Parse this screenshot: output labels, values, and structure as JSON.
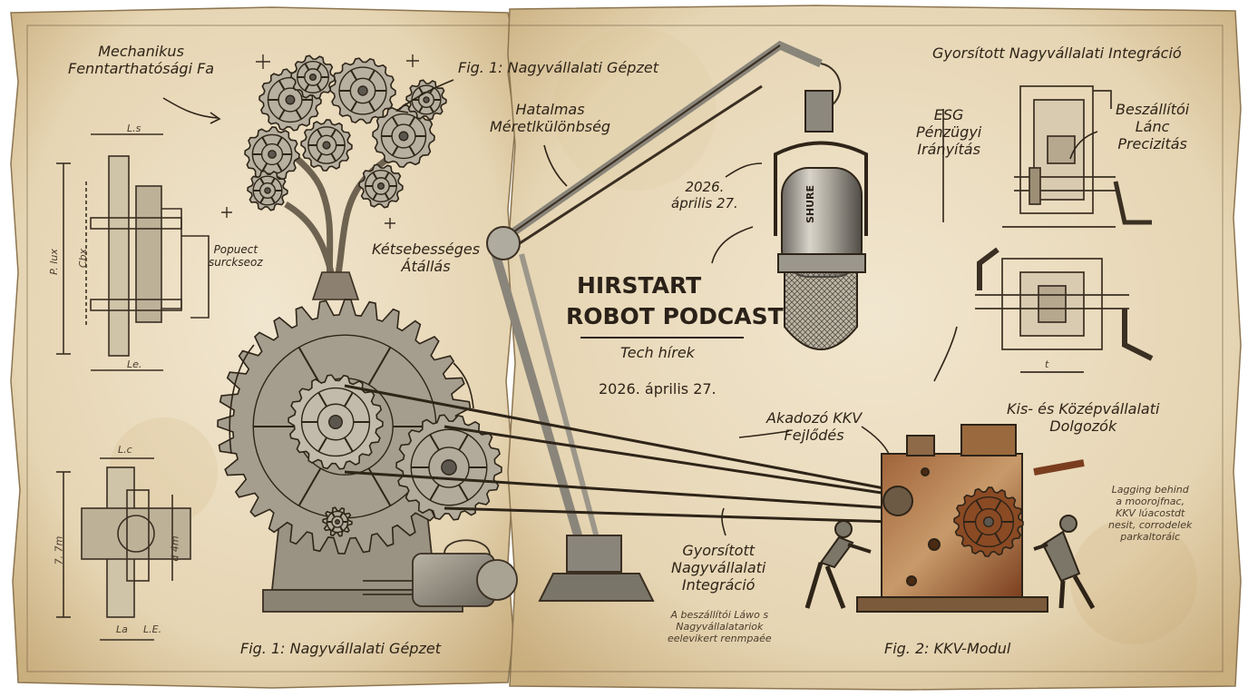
{
  "title": {
    "line1": "HIRSTART",
    "line2": "ROBOT PODCAST",
    "subtitle": "Tech hírek",
    "date": "2026. április 27."
  },
  "labels": {
    "tree": [
      "Mechanikus",
      "Fenntarthatósági Fa"
    ],
    "fig1_top": "Fig. 1: Nagyvállalati Gépzet",
    "size_gap": [
      "Hatalmas",
      "Méretlkülönbség"
    ],
    "date_top": [
      "2026.",
      "április 27."
    ],
    "gyors_top": "Gyorsított Nagyvállalati Integráció",
    "esg": [
      "ESG",
      "Pénzügyi",
      "Irányítás"
    ],
    "supply": [
      "Beszállítói",
      "Lánc",
      "Precizitás"
    ],
    "popuect": [
      "Popuect",
      "surckseoz"
    ],
    "dual_speed": [
      "Kétsebességes",
      "Átállás"
    ],
    "kkv_slow": [
      "Akadozó KKV",
      "Fejlődés"
    ],
    "sme_workers": [
      "Kis- és Középvállalati",
      "Dolgozók"
    ],
    "lagging": [
      "Lagging behind",
      "a moorojfnac,",
      "KKV lúacostdt",
      "nesit, corrodelek",
      "parkaltoráic"
    ],
    "gyors_bottom": [
      "Gyorsított",
      "Nagyvállalati",
      "Integráció"
    ],
    "supplier_note": [
      "A beszállítói Láwo s",
      "Nagyvállalatariok",
      "eelevikert renmpaée"
    ],
    "fig1_bottom": "Fig. 1: Nagyvállalati Gépzet",
    "fig2_bottom": "Fig. 2: KKV-Modul",
    "mic_brand": "SHURE"
  },
  "dimensions": {
    "d1": "L.s",
    "d2": "P. lux",
    "d3": "Cbx",
    "d4": "Le.",
    "d5": "L.c",
    "d6": "7. 7m",
    "d7": "d 4m",
    "d8": "La",
    "d9": "L.E.",
    "d10": "t"
  },
  "colors": {
    "paper": "#e9dcc0",
    "paper_edge": "#c9b48a",
    "ink": "#2e2418",
    "metal": "#8a8578",
    "rust": "#8a4a24"
  }
}
